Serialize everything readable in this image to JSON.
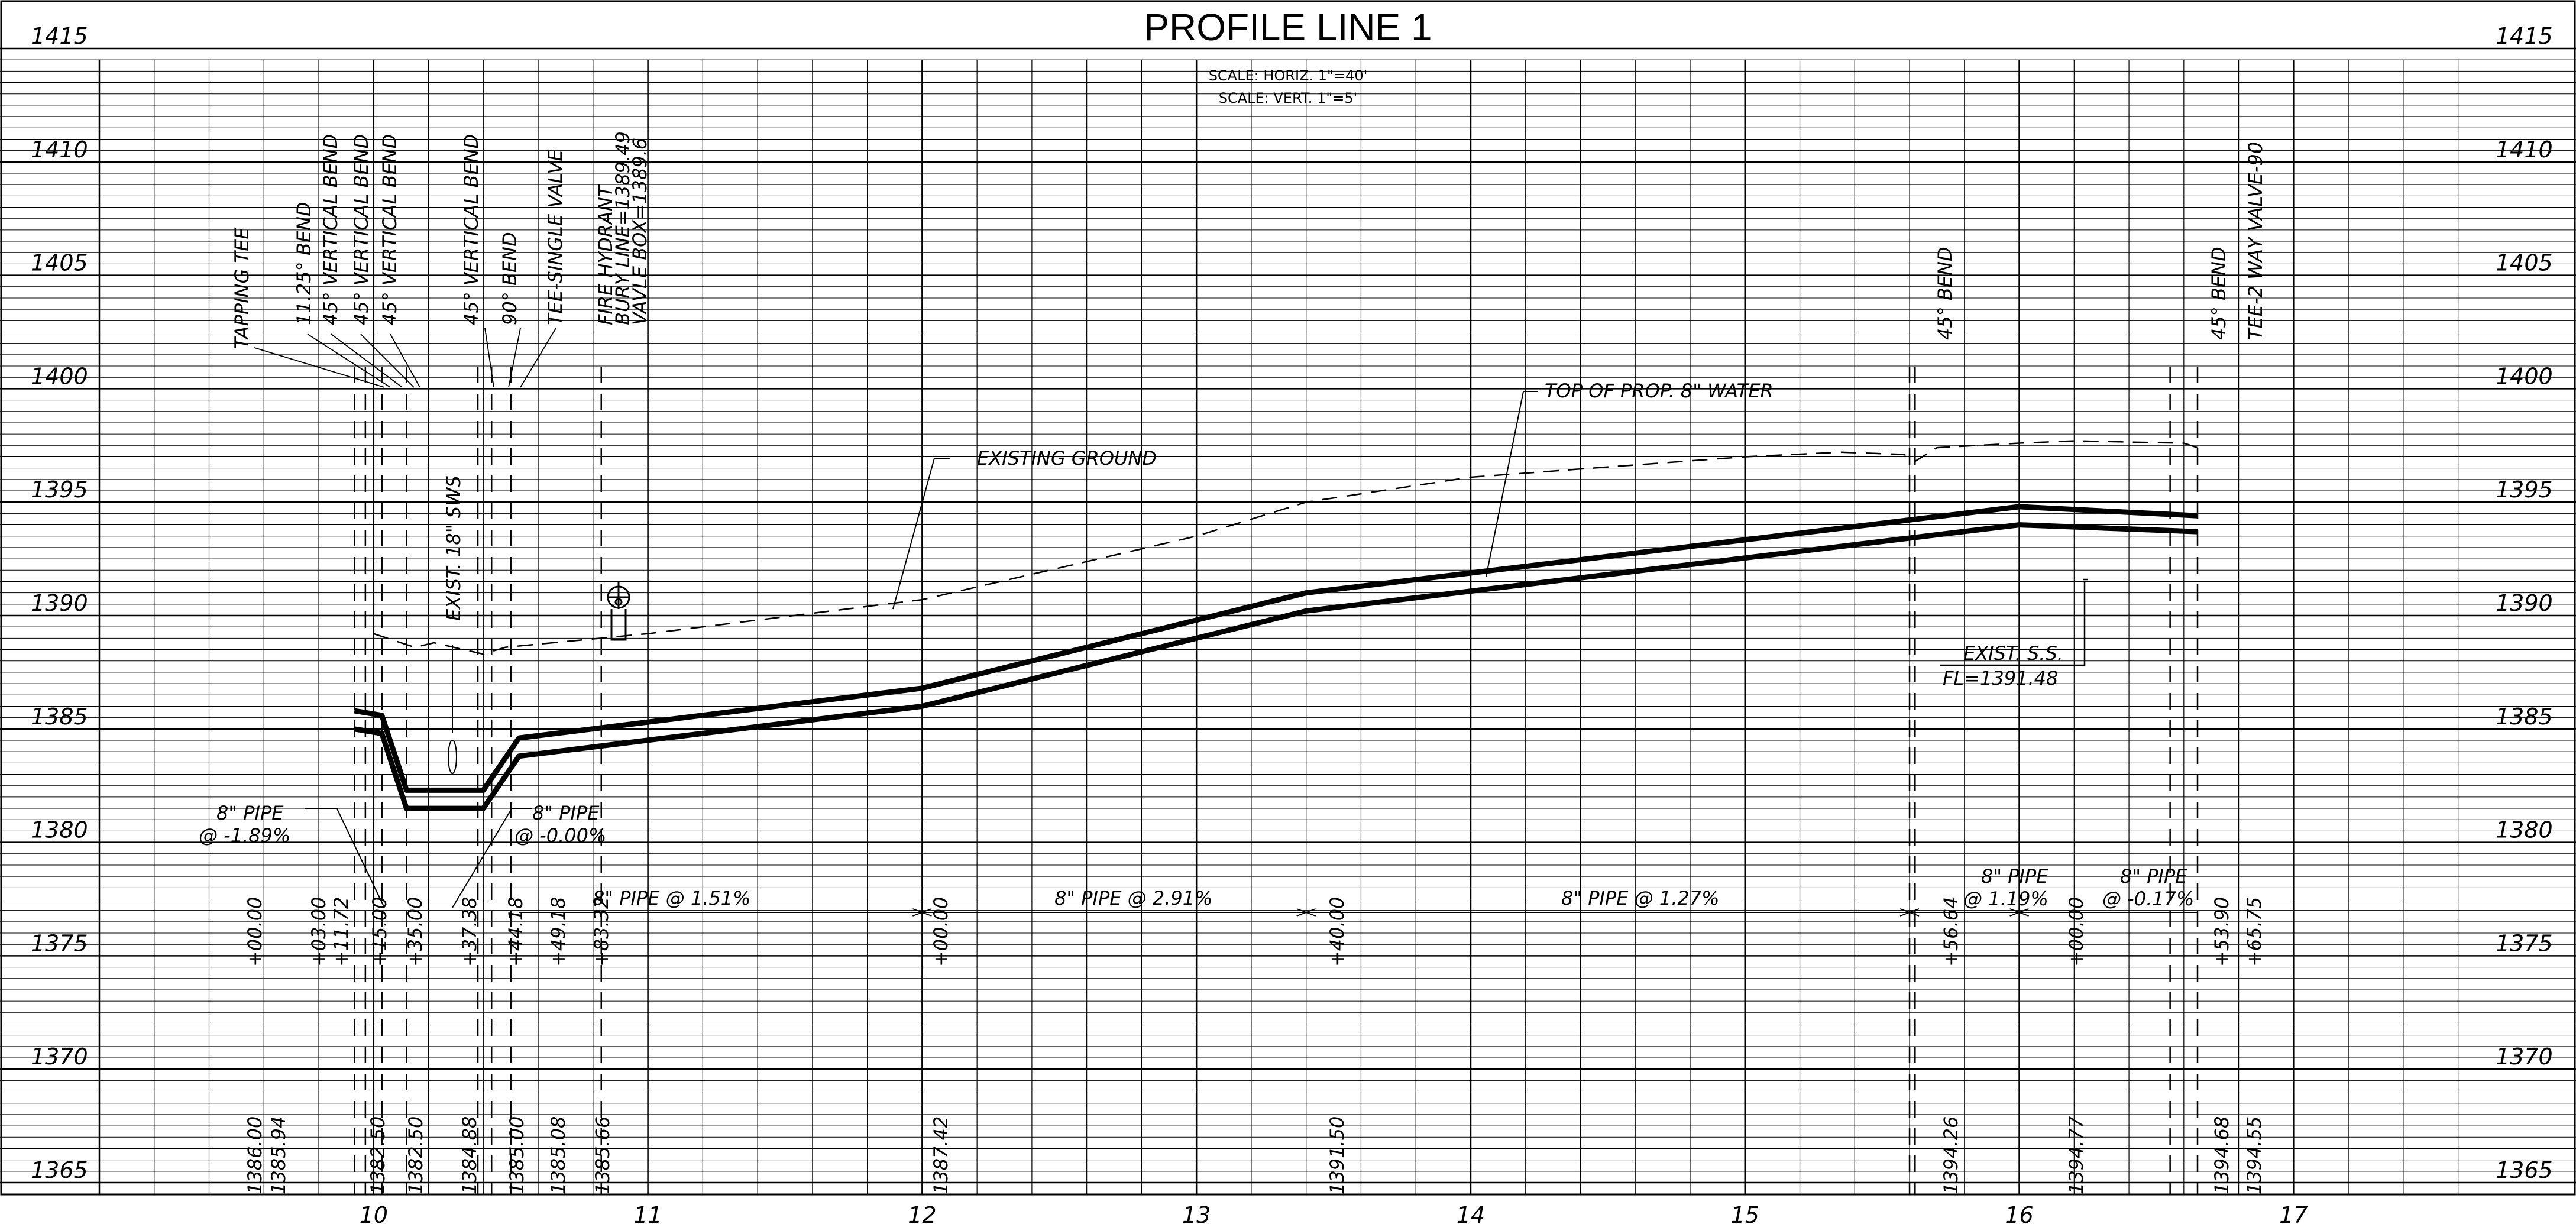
{
  "title": "PROFILE LINE 1",
  "scale": {
    "horizontal": "SCALE: HORIZ. 1\"=40'",
    "vertical": "SCALE: VERT. 1\"=5'"
  },
  "elevation_labels": [
    "1415",
    "1410",
    "1405",
    "1400",
    "1395",
    "1390",
    "1385",
    "1380",
    "1375",
    "1370",
    "1365"
  ],
  "station_labels": [
    "10",
    "11",
    "12",
    "13",
    "14",
    "15",
    "16",
    "17"
  ],
  "fittings": [
    {
      "text": "TAPPING TEE"
    },
    {
      "text": "11.25° BEND"
    },
    {
      "text": "45° VERTICAL BEND"
    },
    {
      "text": "45° VERTICAL BEND"
    },
    {
      "text": "45° VERTICAL BEND"
    },
    {
      "text": "45° VERTICAL BEND"
    },
    {
      "text": "90° BEND"
    },
    {
      "text": "TEE-SINGLE VALVE"
    },
    {
      "text": "FIRE HYDRANT"
    },
    {
      "text": "BURY LINE=1389.49"
    },
    {
      "text": "VAVLE BOX=1389.6"
    },
    {
      "text": "45° BEND"
    },
    {
      "text": "45° BEND"
    },
    {
      "text": "TEE-2 WAY VALVE-90"
    }
  ],
  "stations": [
    "+00.00",
    "+03.00",
    "+11.72",
    "+15.00",
    "+35.00",
    "+37.38",
    "+44.18",
    "+49.18",
    "+83.32",
    "+00.00",
    "+40.00",
    "+56.64",
    "+00.00",
    "+53.90",
    "+65.75"
  ],
  "elevations": [
    "1386.00",
    "1385.94",
    "1382.50",
    "1382.50",
    "1384.88",
    "1385.00",
    "1385.08",
    "1385.66",
    "1387.42",
    "1391.50",
    "1394.26",
    "1394.77",
    "1394.68",
    "1394.55"
  ],
  "annotations": {
    "existing_ground": "EXISTING GROUND",
    "top_of_water": "TOP OF PROP. 8\" WATER",
    "sws": "EXIST. 18\" SWS",
    "ss": "EXIST. S.S.",
    "fl": "FL=1391.48"
  },
  "pipe_labels": [
    {
      "text": "8\" PIPE",
      "grade": "@ -1.89%"
    },
    {
      "text": "8\" PIPE",
      "grade": "@ -0.00%"
    },
    {
      "text": "8\" PIPE @ 1.51%"
    },
    {
      "text": "8\" PIPE @ 2.91%"
    },
    {
      "text": "8\" PIPE @ 1.27%"
    },
    {
      "text": "8\" PIPE",
      "grade": "@ 1.19%"
    },
    {
      "text": "8\" PIPE",
      "grade": "@ -0.17%"
    }
  ],
  "chart_data": {
    "type": "line",
    "title": "PROFILE LINE 1",
    "xlabel": "",
    "ylabel": "",
    "xlim": [
      9,
      17.7
    ],
    "ylim": [
      1365,
      1415
    ],
    "series": [
      {
        "x": [
          9.93,
          10.03,
          10.12,
          10.2,
          10.4,
          10.53,
          12,
          13.4,
          16,
          16.65
        ],
        "y": [
          1385.8,
          1385.6,
          1382.3,
          1382.3,
          1382.3,
          1384.6,
          1386.8,
          1391.0,
          1394.8,
          1394.4
        ]
      },
      {
        "x": [
          9.93,
          10.03,
          10.12,
          10.2,
          10.4,
          10.53,
          12,
          13.4,
          16,
          16.65
        ],
        "y": [
          1385,
          1384.8,
          1381.5,
          1381.5,
          1381.5,
          1383.8,
          1386.0,
          1390.2,
          1394.0,
          1393.7
        ]
      },
      {
        "x": [
          10.0,
          10.15,
          10.22,
          10.4,
          10.48,
          11,
          12,
          13,
          13.4,
          14,
          15,
          15.35,
          15.58,
          15.62,
          15.7,
          16,
          16.2,
          16.6,
          16.65
        ],
        "y": [
          1389.2,
          1388.6,
          1388.8,
          1388.3,
          1388.6,
          1389.2,
          1390.7,
          1393.5,
          1395.0,
          1396.1,
          1397.0,
          1397.2,
          1397.1,
          1396.8,
          1397.4,
          1397.6,
          1397.7,
          1397.6,
          1397.4
        ]
      }
    ]
  }
}
